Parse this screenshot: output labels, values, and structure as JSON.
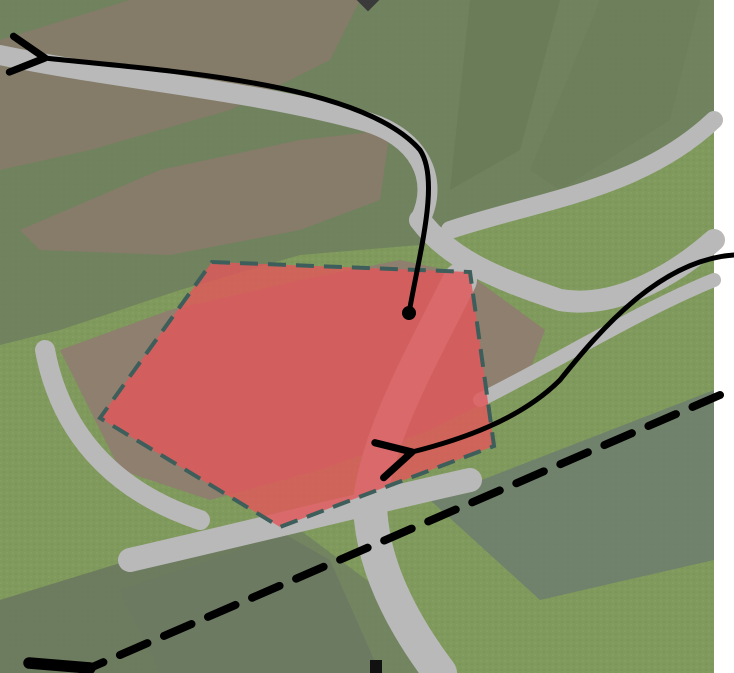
{
  "scene": {
    "kind": "3d-terrain-map-view",
    "colors": {
      "grass": "#7f9a5c",
      "grass_dark": "#6d7f5f",
      "plot_brown": "#8e7f6e",
      "road": "#b9b9b9",
      "zone_fill": "#e0585a",
      "zone_border": "#3d5e5a",
      "annotation": "#000000",
      "background": "#ffffff"
    },
    "zone": {
      "label": "",
      "shape": "pentagon",
      "style": "dashed-outline"
    },
    "annotations": [
      {
        "id": "arrow-to-top-left",
        "style": "solid",
        "head": "open-arrow"
      },
      {
        "id": "arrow-from-right",
        "style": "solid",
        "head": "open-arrow"
      },
      {
        "id": "dashed-arrow-bottom-left",
        "style": "dashed",
        "head": "open-arrow"
      }
    ],
    "icons": [
      "top-marker-icon",
      "bottom-marker-icon"
    ]
  }
}
